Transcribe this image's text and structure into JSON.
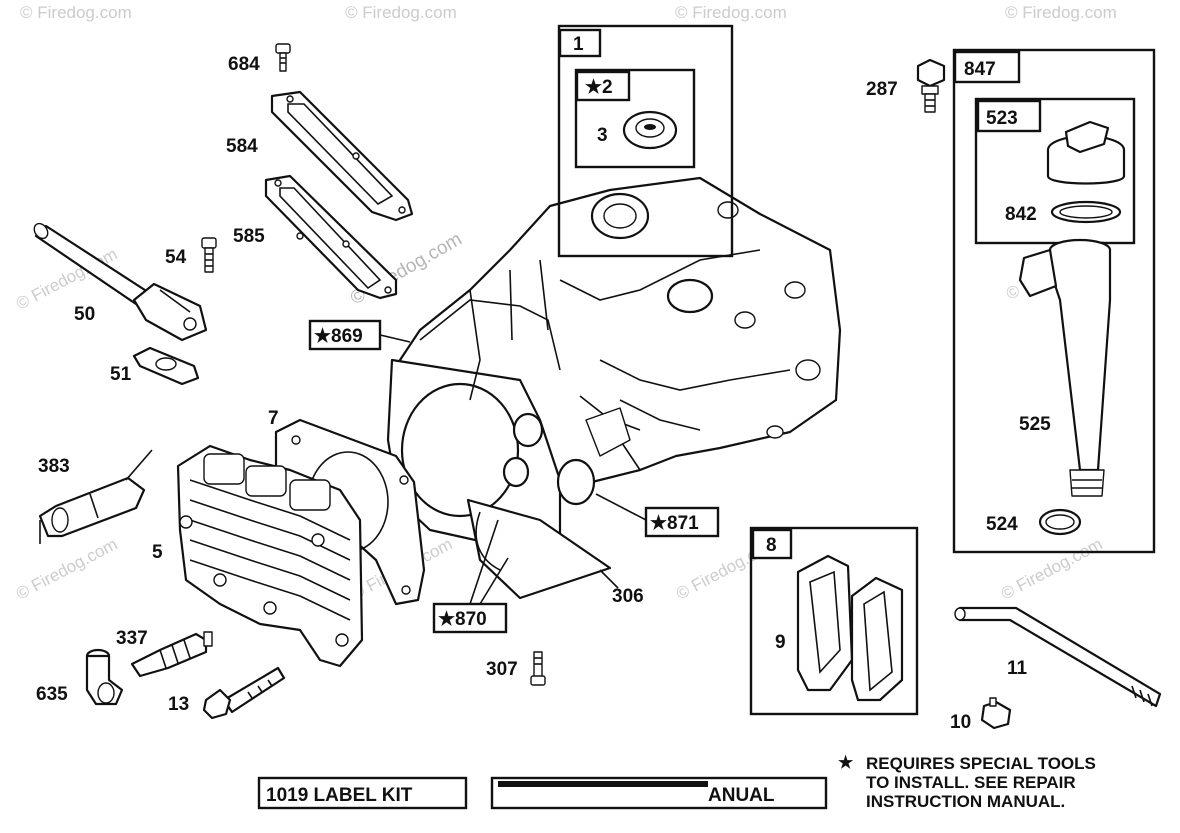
{
  "watermark": {
    "text": "© Firedog.com"
  },
  "callouts": {
    "p684": "684",
    "p584": "584",
    "p585": "585",
    "p54": "54",
    "p50": "50",
    "p51": "51",
    "p383": "383",
    "p5": "5",
    "p7": "7",
    "p337": "337",
    "p635": "635",
    "p13": "13",
    "p869": "★869",
    "p871": "★871",
    "p870": "★870",
    "p306": "306",
    "p307": "307",
    "p1": "1",
    "p2": "★2",
    "p3": "3",
    "p287": "287",
    "p847": "847",
    "p523": "523",
    "p842": "842",
    "p525": "525",
    "p524": "524",
    "p8": "8",
    "p9": "9",
    "p11": "11",
    "p10": "10"
  },
  "footer": {
    "label_kit": "1019 LABEL KIT",
    "manual": "ANUAL"
  },
  "note": {
    "star": "★",
    "line1": "REQUIRES SPECIAL TOOLS",
    "line2": "TO INSTALL.  SEE REPAIR",
    "line3": "INSTRUCTION MANUAL."
  }
}
